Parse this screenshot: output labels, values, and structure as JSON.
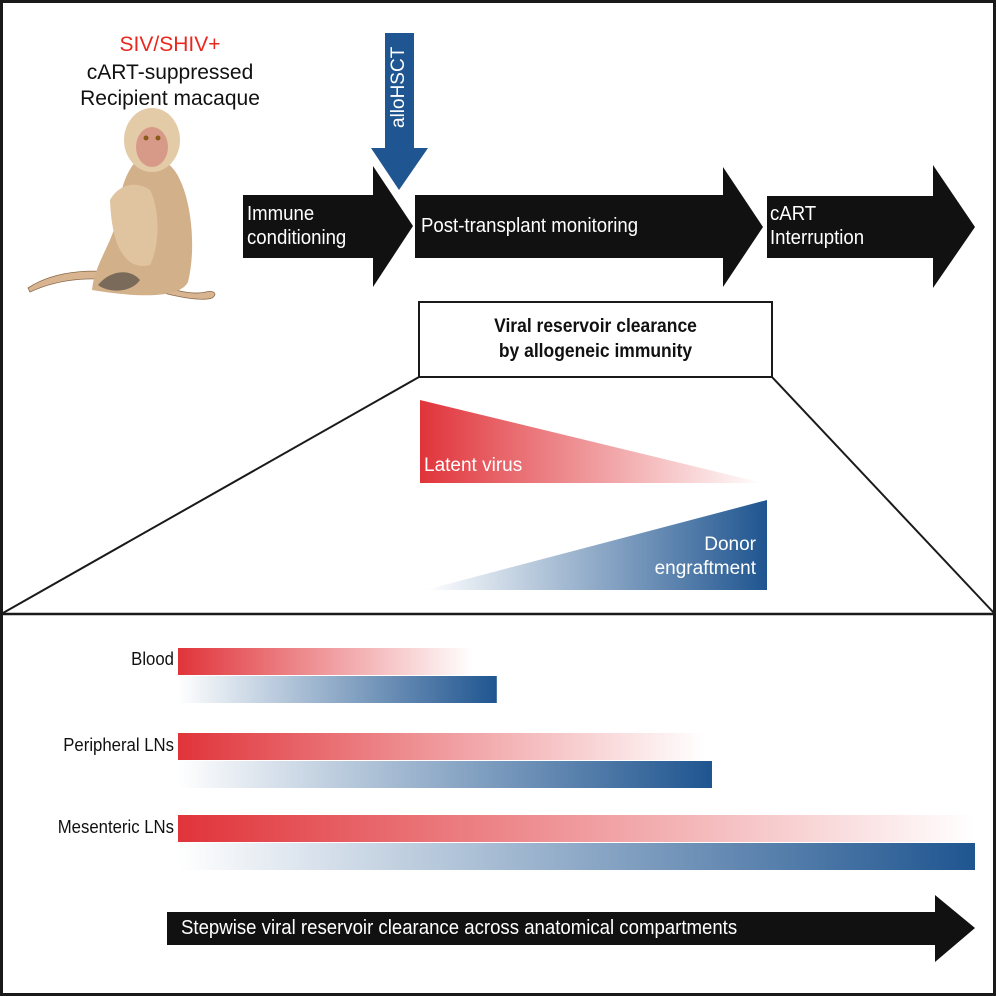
{
  "header": {
    "infection_label": "SIV/SHIV+",
    "subject_line1": "cART-suppressed",
    "subject_line2": "Recipient macaque"
  },
  "colors": {
    "infection_red": "#e8281e",
    "virus_red": "#e0343a",
    "donor_blue": "#1f5590",
    "arrow_black": "#111111",
    "transplant_blue": "#1f5590"
  },
  "timeline": {
    "steps": [
      {
        "line1": "Immune",
        "line2": "conditioning"
      },
      {
        "line1": "Post-transplant monitoring",
        "line2": ""
      },
      {
        "line1": "cART",
        "line2": "Interruption"
      }
    ],
    "transplant_arrow_label": "alloHSCT"
  },
  "focus_box": {
    "line1": "Viral reservoir clearance",
    "line2": "by allogeneic immunity"
  },
  "trends": {
    "latent_virus_label": "Latent virus",
    "donor_line1": "Donor",
    "donor_line2": "engraftment"
  },
  "compartments": {
    "note": "relative bar extents as fraction of full timeline",
    "rows": [
      {
        "label": "Blood",
        "virus_extent": 0.37,
        "donor_extent": 0.4
      },
      {
        "label": "Peripheral LNs",
        "virus_extent": 0.66,
        "donor_extent": 0.67
      },
      {
        "label": "Mesenteric LNs",
        "virus_extent": 1.0,
        "donor_extent": 1.0
      }
    ]
  },
  "footer_arrow_label": "Stepwise viral reservoir clearance across anatomical compartments"
}
